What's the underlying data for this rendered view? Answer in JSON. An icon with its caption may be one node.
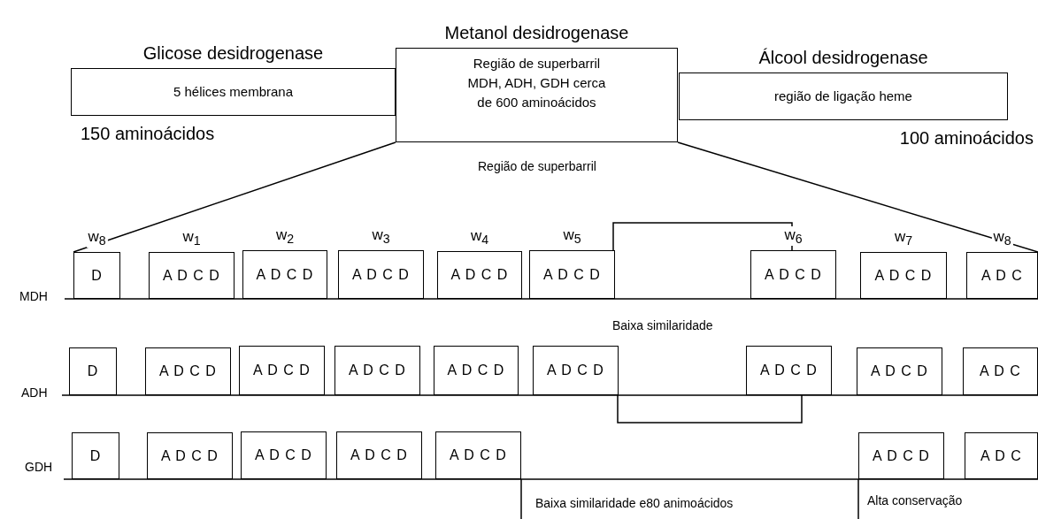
{
  "diagram": {
    "nodes": [
      {
        "text": [
          "Glicose desidrogenase",
          "5 hélices membrana"
        ],
        "beside": [
          "150 aminoácidos"
        ]
      },
      {
        "text": [
          "Metanol desidrogenase",
          "Região de superbarril MDH, ADH, GDH cerca de 600 aminoácidos"
        ]
      },
      {
        "text": [
          "Álcool desidrogenase",
          "região de ligação heme"
        ],
        "beside": [
          "100 aminoácidos"
        ]
      },
      {
        "text": [
          "D"
        ],
        "beside": [
          "w$_{8}$"
        ]
      },
      {
        "text": [
          "A D C D"
        ],
        "beside": [
          "w$_{1}$"
        ]
      },
      {
        "text": [
          "A D C D"
        ],
        "beside": [
          "w$_{2}$"
        ]
      },
      {
        "text": [
          "A D C D"
        ],
        "beside": [
          "w$_{3}$"
        ]
      },
      {
        "text": [
          "A D C D"
        ],
        "beside": [
          "w$_{4}$"
        ]
      },
      {
        "text": [
          "A D C D"
        ],
        "beside": [
          "w$_{5}$"
        ]
      },
      {
        "text": [
          "A D C D"
        ],
        "beside": [
          "w$_{6}$"
        ]
      },
      {
        "text": [
          "A D C D"
        ],
        "beside": [
          "w$_{7}$"
        ]
      },
      {
        "text": [
          "A D C"
        ],
        "beside": [
          "w$_{8}$"
        ]
      },
      {
        "text": [
          "D"
        ]
      },
      {
        "text": [
          "A D C D"
        ]
      },
      {
        "text": [
          "A D C D"
        ]
      },
      {
        "text": [
          "A D C D"
        ]
      },
      {
        "text": [
          "A D C D"
        ]
      },
      {
        "text": [
          "A D C D"
        ]
      },
      {
        "text": [
          "A D C D"
        ]
      },
      {
        "text": [
          "A D C D"
        ]
      },
      {
        "text": [
          "A D C"
        ]
      },
      {
        "text": [
          "D"
        ]
      },
      {
        "text": [
          "A D C D"
        ]
      },
      {
        "text": [
          "A D C D"
        ]
      },
      {
        "text": [
          "A D C D"
        ]
      },
      {
        "text": [
          "A D C D"
        ]
      },
      {
        "text": [
          "A D C D"
        ]
      },
      {
        "text": [
          "A D C"
        ]
      }
    ],
    "edges": [
      {
        "from": 1,
        "to": 3,
        "arrow": "none"
      },
      {
        "from": 1,
        "to": 11,
        "arrow": "none"
      }
    ],
    "labels": [
      "Região de superbarril",
      "MDH",
      "Baixa similaridade",
      "ADH",
      "GDH",
      "Baixa similaridade e80 animoácidos",
      "Alta conservação"
    ]
  }
}
